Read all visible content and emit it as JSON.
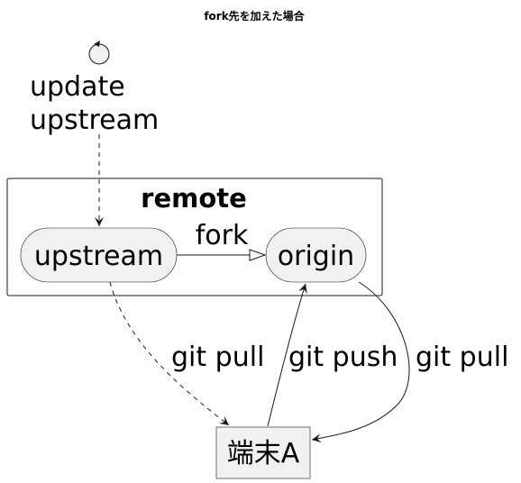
{
  "title": "fork先を加えた場合",
  "control": {
    "line1": "update",
    "line2": "upstream"
  },
  "package": {
    "label": "remote"
  },
  "nodes": {
    "upstream": "upstream",
    "origin": "origin",
    "terminal": "端末A"
  },
  "edges": {
    "fork": "fork",
    "git_pull_left": "git pull",
    "git_push": "git push",
    "git_pull_right": "git pull"
  },
  "colors": {
    "node_fill": "#f1f1f1",
    "stroke": "#181818",
    "background": "#ffffff"
  }
}
